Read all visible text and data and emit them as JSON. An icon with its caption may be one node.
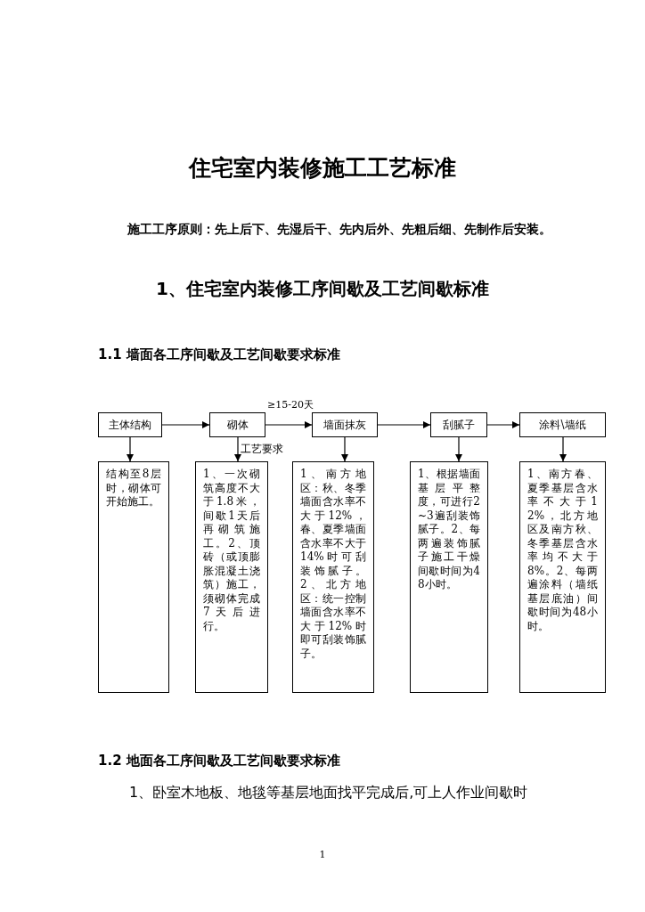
{
  "diagram": {
    "title": "住宅室内装修施工工艺标准",
    "nodes": [
      {
        "text": [
          "主体结构"
        ]
      },
      {
        "text": [
          "砌体"
        ]
      },
      {
        "text": [
          "墙面抹灰"
        ]
      },
      {
        "text": [
          "刮腻子"
        ]
      },
      {
        "text": [
          "涂料\\墙纸"
        ]
      },
      {
        "text": [
          "结构至8层时，砌体可开始施工。"
        ]
      },
      {
        "text": [
          "1、一次砌筑高度不大于1.8米，间歇1天后再砌筑施工。2、顶砖（或顶膨胀混凝土浇筑）施工，须砌体完成7天后进行。"
        ]
      },
      {
        "text": [
          "1、南方地区：秋、冬季墙面含水率不大于12%，春、夏季墙面含水率不大于14%时可刮装饰腻子。2、北方地区：统一控制墙面含水率不大于12%时即可刮装饰腻子。"
        ]
      },
      {
        "text": [
          "1、根据墙面基层平整度，可进行2~3遍刮装饰腻子。2、每两遍装饰腻子施工干燥间歇时间为48小时。"
        ]
      },
      {
        "text": [
          "1、南方春、夏季基层含水率不大于12%，北方地区及南方秋、冬季基层含水率均不大于8%。2、每两遍涂料（墙纸基层底油）间歇时间为48小时。"
        ]
      }
    ],
    "edges": [
      {
        "from": 0,
        "to": 1,
        "arrow": "to"
      },
      {
        "from": 1,
        "to": 2,
        "arrow": "to",
        "label": "≥15-20天"
      },
      {
        "from": 2,
        "to": 3,
        "arrow": "to"
      },
      {
        "from": 3,
        "to": 4,
        "arrow": "to"
      },
      {
        "from": 0,
        "to": 5,
        "arrow": "to"
      },
      {
        "from": 1,
        "to": 6,
        "arrow": "to"
      },
      {
        "from": 2,
        "to": 7,
        "arrow": "to"
      },
      {
        "from": 3,
        "to": 8,
        "arrow": "to"
      },
      {
        "from": 4,
        "to": 9,
        "arrow": "to"
      }
    ],
    "labels": [
      "施工工序原则：先上后下、先湿后干、先内后外、先粗后细、先制作后安装。",
      "1、住宅室内装修工序间歇及工艺间歇标准",
      "1.1 墙面各工序间歇及工艺间歇要求标准",
      "工艺要求",
      "1.2 地面各工序间歇及工艺间歇要求标准",
      "1、卧室木地板、地毯等基层地面找平完成后,可上人作业间歇时",
      "1"
    ]
  }
}
